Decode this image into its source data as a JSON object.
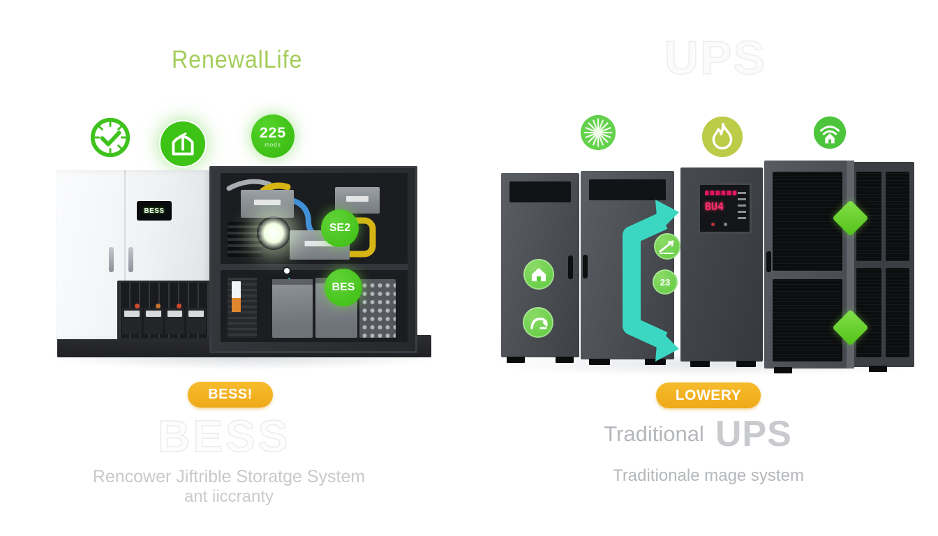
{
  "colors": {
    "accent_green": "#4cc41f",
    "title_green": "#a4cd5a",
    "badge_orange": "#f3b120",
    "arrow_teal": "#3bd7c2",
    "muted_text": "#c7c9cb",
    "faint_watermark": "#f4f4f5"
  },
  "left": {
    "brand": "RenewalLife",
    "icons": [
      "clock-check-icon",
      "house-energy-icon",
      "stat-225-badge"
    ],
    "stat_badge": {
      "value": "225",
      "subtext": "mods"
    },
    "machine": {
      "screen_label": "BESS",
      "badge_top": "SE2",
      "badge_bottom": "BES"
    },
    "pill": "BESS!",
    "watermark": "BESS",
    "caption_line1": "Rencower Jiftrible Storatge System",
    "caption_line2": "ant iiccranty"
  },
  "right": {
    "watermark": "UPS",
    "icons": [
      "snowflake-icon",
      "flame-icon",
      "house-signal-icon"
    ],
    "machine": {
      "panel_readout": "BU4",
      "edge_badge_value": "23"
    },
    "pill": "LOWERY",
    "title_light": "Traditional",
    "title_bold": "UPS",
    "caption": "Traditionale mage system"
  }
}
